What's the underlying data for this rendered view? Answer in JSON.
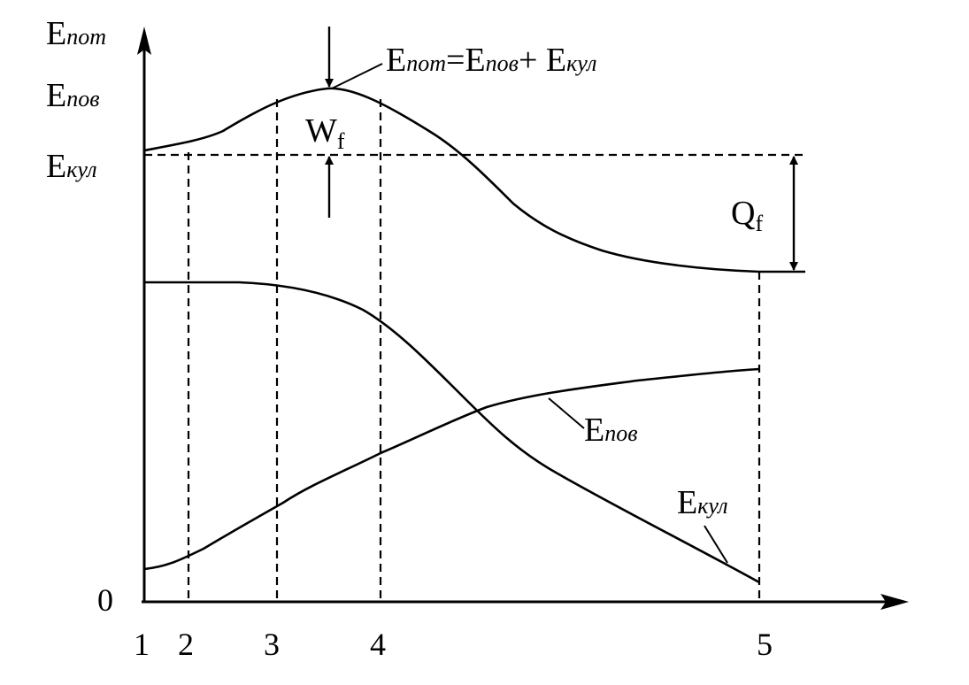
{
  "axes": {
    "y_label_main": "E",
    "y_label_sub": "пот",
    "origin": "0"
  },
  "y_markers": [
    {
      "main": "E",
      "sub": "пов"
    },
    {
      "main": "E",
      "sub": "кул"
    }
  ],
  "x_ticks": [
    "1",
    "2",
    "3",
    "4",
    "5"
  ],
  "formula": {
    "lhs_main": "E",
    "lhs_sub": "пот",
    "eq": "=E",
    "t1_sub": "пов",
    "plus": "+ E",
    "t2_sub": "кул"
  },
  "barrier": {
    "main": "W",
    "sub": "f"
  },
  "heat": {
    "main": "Q",
    "sub": "f"
  },
  "curve_labels": [
    {
      "main": "E",
      "sub": "пов"
    },
    {
      "main": "E",
      "sub": "кул"
    }
  ],
  "colors": {
    "ink": "#000000",
    "background": "#ffffff"
  }
}
